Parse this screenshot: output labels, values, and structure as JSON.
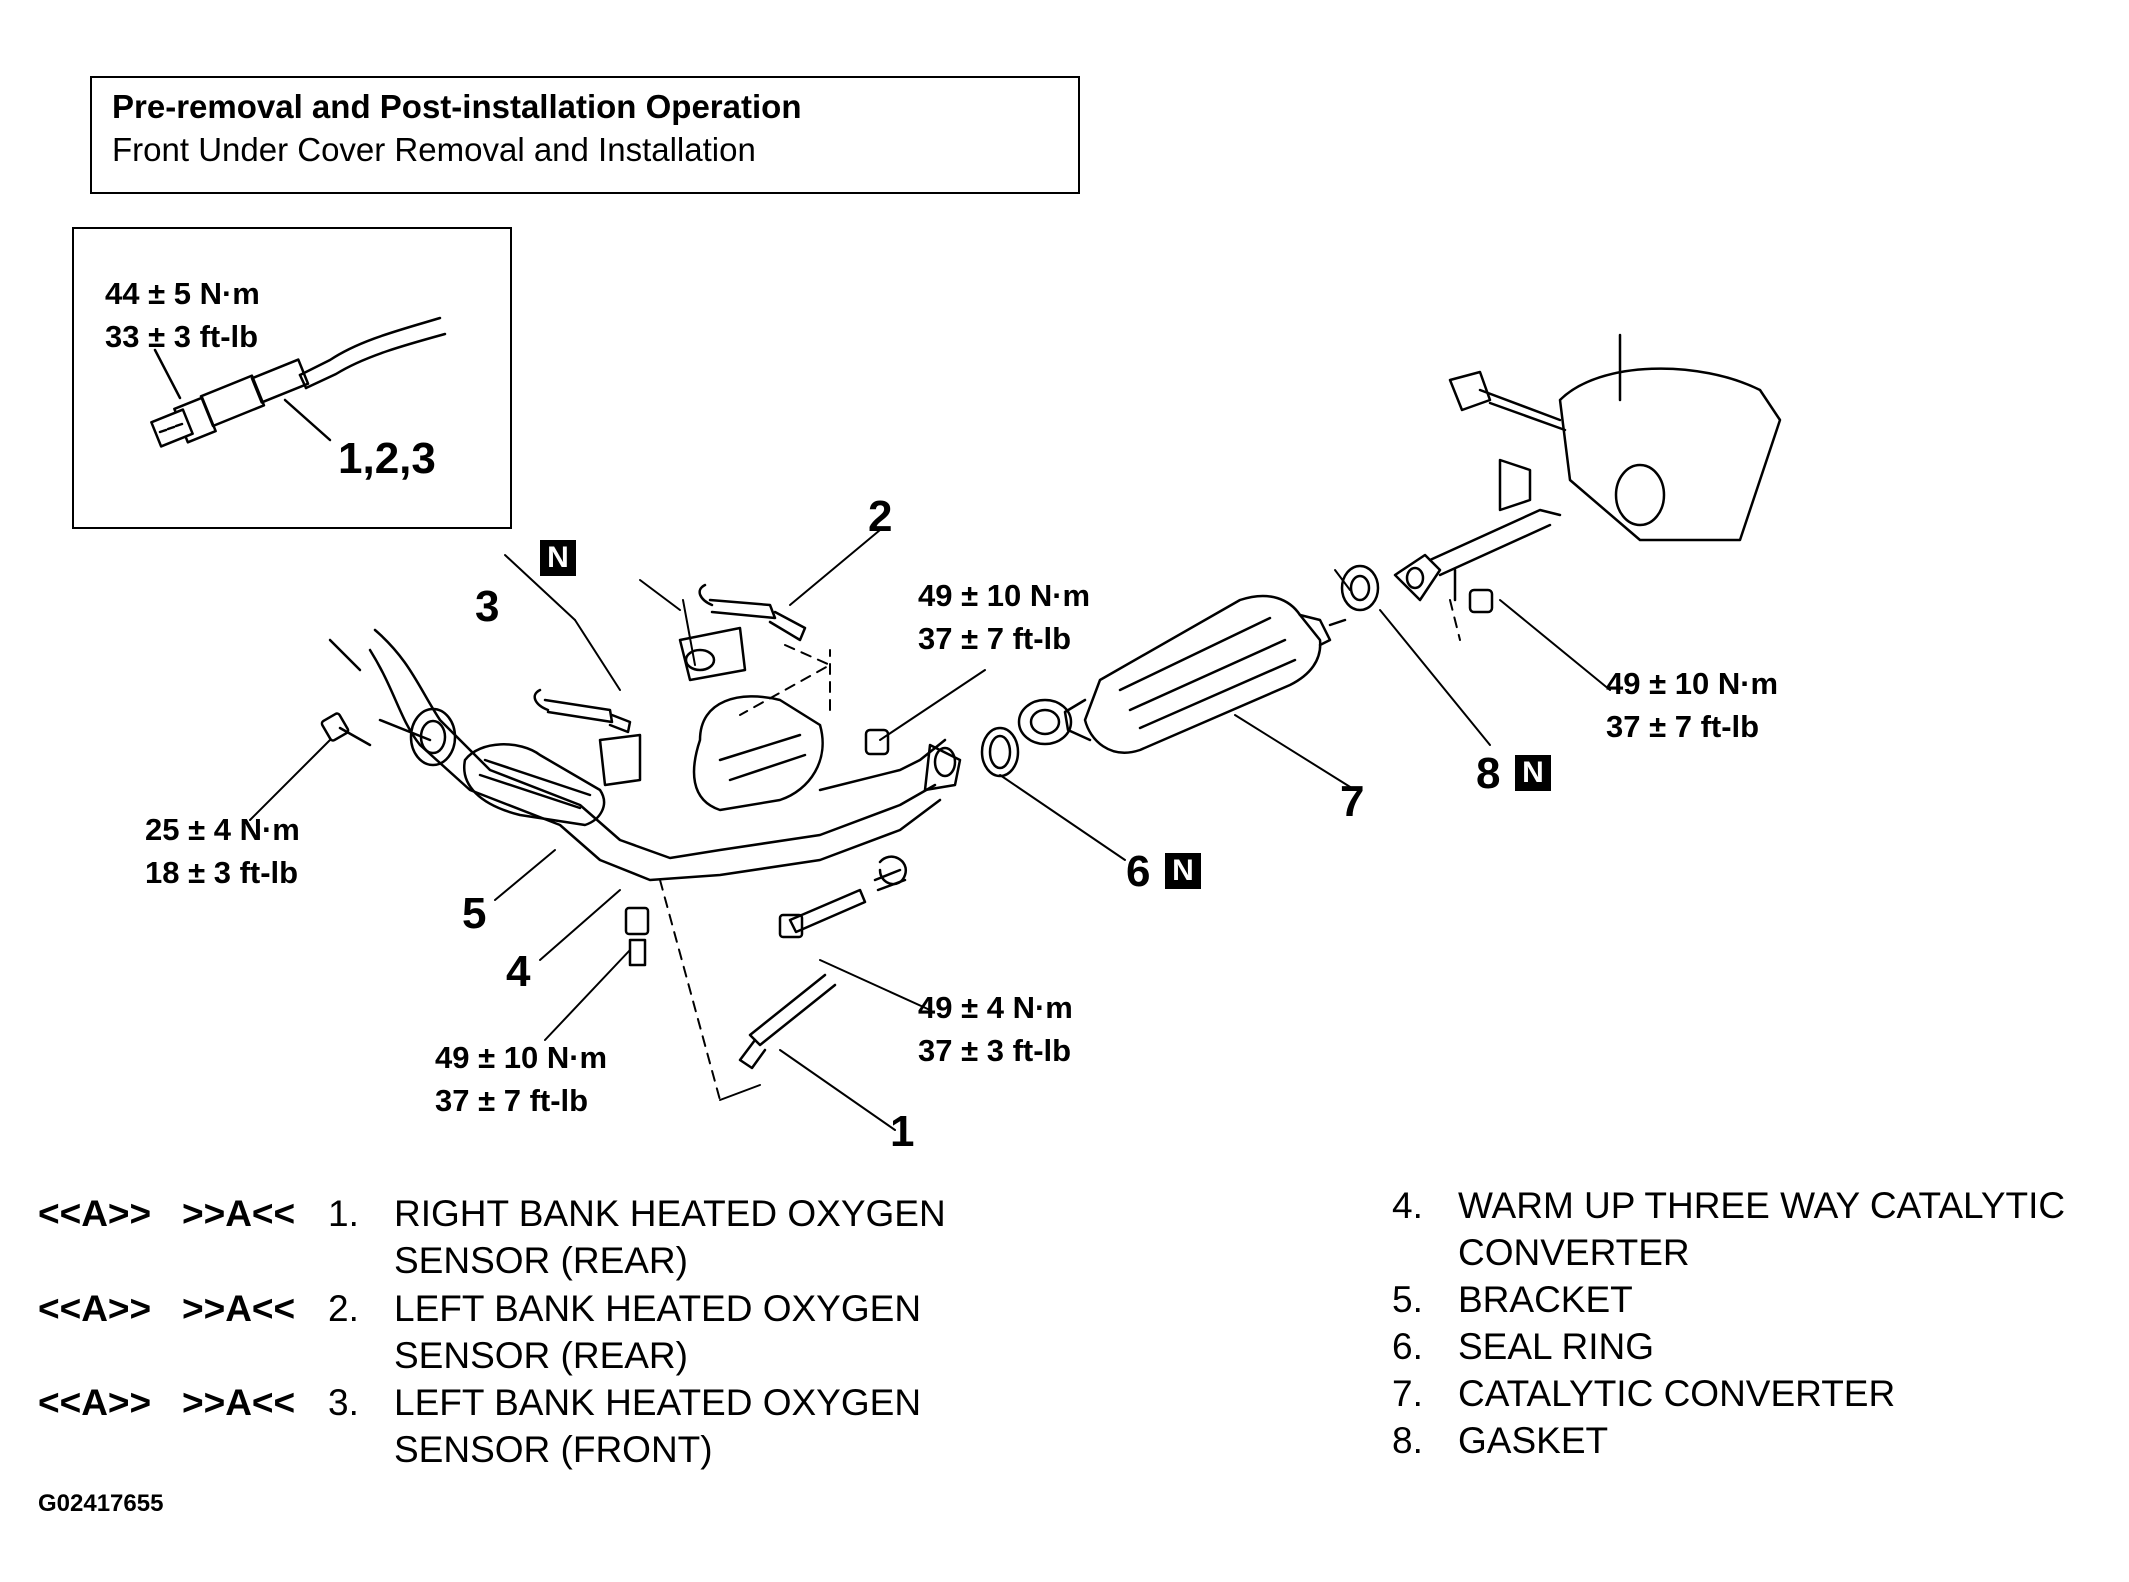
{
  "operation_box": {
    "title": "Pre-removal and Post-installation Operation",
    "subtitle": "Front Under Cover Removal and Installation"
  },
  "inset": {
    "torque_line1": "44 ± 5 N·m",
    "torque_line2": "33 ± 3 ft-lb",
    "callout": "1,2,3"
  },
  "callouts": {
    "c1": "1",
    "c2": "2",
    "c3": "3",
    "c4": "4",
    "c5": "5",
    "c6": "6",
    "c7": "7",
    "c8": "8"
  },
  "badge_letter": "N",
  "torques": {
    "bracket_bolt": {
      "line1": "25 ± 4 N·m",
      "line2": "18 ± 3 ft-lb"
    },
    "stud_bolt": {
      "line1": "49 ± 10 N·m",
      "line2": "37 ± 7 ft-lb"
    },
    "front_flange_nut": {
      "line1": "49 ± 10 N·m",
      "line2": "37 ± 7 ft-lb"
    },
    "spring_bolt": {
      "line1": "49 ± 4 N·m",
      "line2": "37 ± 3 ft-lb"
    },
    "rear_flange_nut": {
      "line1": "49 ± 10 N·m",
      "line2": "37 ± 7 ft-lb"
    }
  },
  "legend_left": [
    {
      "removal": "<<A>>",
      "install": ">>A<<",
      "num": "1.",
      "line1": "RIGHT BANK HEATED OXYGEN",
      "line2": "SENSOR (REAR)"
    },
    {
      "removal": "<<A>>",
      "install": ">>A<<",
      "num": "2.",
      "line1": "LEFT BANK HEATED OXYGEN",
      "line2": "SENSOR (REAR)"
    },
    {
      "removal": "<<A>>",
      "install": ">>A<<",
      "num": "3.",
      "line1": "LEFT BANK HEATED OXYGEN",
      "line2": "SENSOR (FRONT)"
    }
  ],
  "legend_right": [
    {
      "num": "4.",
      "line1": "WARM UP THREE WAY CATALYTIC",
      "line2": "CONVERTER"
    },
    {
      "num": "5.",
      "line1": "BRACKET"
    },
    {
      "num": "6.",
      "line1": "SEAL RING"
    },
    {
      "num": "7.",
      "line1": "CATALYTIC CONVERTER"
    },
    {
      "num": "8.",
      "line1": "GASKET"
    }
  ],
  "figure_id": "G02417655"
}
